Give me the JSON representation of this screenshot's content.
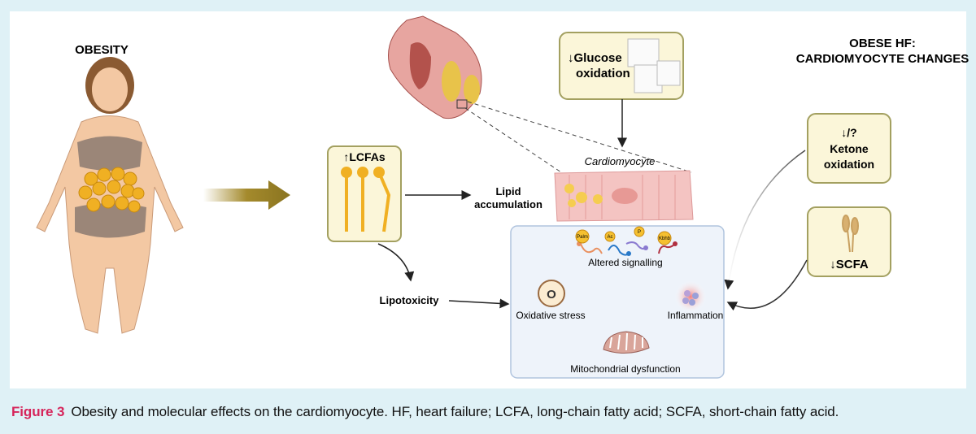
{
  "left_title": "OBESITY",
  "right_title_line1": "OBESE HF:",
  "right_title_line2": "CARDIOMYOCYTE CHANGES",
  "lcfa_label": "↑LCFAs",
  "glucose_line1": "↓Glucose",
  "glucose_line2": "oxidation",
  "cardiomyocyte_label": "Cardiomyocyte",
  "lipid_line1": "Lipid",
  "lipid_line2": "accumulation",
  "lipotoxicity": "Lipotoxicity",
  "ketone_line1": "↓/?",
  "ketone_line2": "Ketone",
  "ketone_line3": "oxidation",
  "scfa_label": "↓SCFA",
  "effects": {
    "signalling_tags": [
      "Palm",
      "Ac",
      "P",
      "Kbhb"
    ],
    "altered_signalling": "Altered signalling",
    "o2_symbol": "O",
    "oxidative_stress": "Oxidative stress",
    "inflammation": "Inflammation",
    "mitochondrial": "Mitochondrial dysfunction"
  },
  "caption": {
    "figure_label": "Figure 3",
    "text": "Obesity and molecular effects on the cardiomyocyte. HF, heart failure; LCFA, long-chain fatty acid; SCFA, short-chain fatty acid."
  },
  "colors": {
    "background": "#dff1f6",
    "figure_label": "#d6245a",
    "box_fill": "#fbf6d9",
    "box_border": "#a3a060",
    "effects_fill": "#eef3fa"
  }
}
